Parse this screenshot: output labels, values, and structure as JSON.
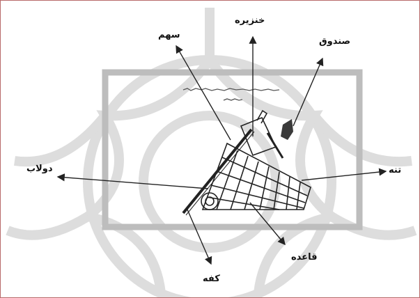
{
  "figure": {
    "labels": {
      "pig": "خنزیره",
      "arrow": "سهم",
      "box": "صندوق",
      "wheel": "دولاب",
      "body": "تنه",
      "base": "قاعده",
      "palm": "کفه"
    },
    "colors": {
      "border": "#b86a6a",
      "watermark": "#d0d0d0",
      "drawing_frame": "#bdbdbd",
      "ink": "#222222",
      "box_fill": "#3a3a3a"
    }
  }
}
